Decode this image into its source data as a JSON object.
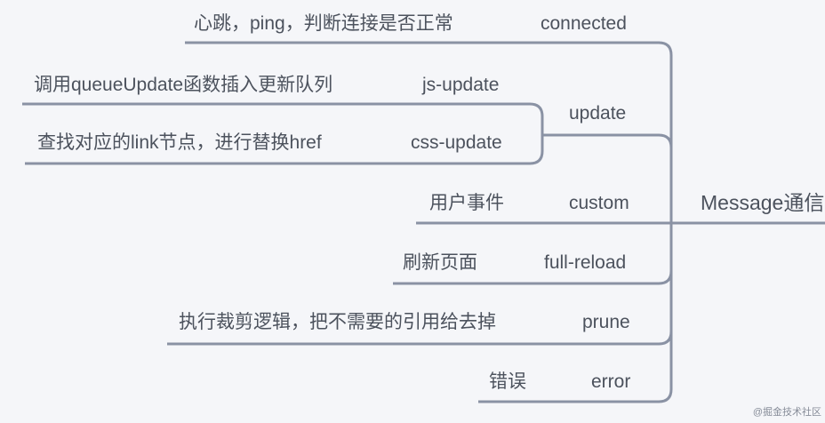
{
  "root": {
    "label": "Message通信"
  },
  "branches": [
    {
      "label": "connected",
      "description": "心跳，ping，判断连接是否正常"
    },
    {
      "label": "update",
      "children": [
        {
          "label": "js-update",
          "description": "调用queueUpdate函数插入更新队列"
        },
        {
          "label": "css-update",
          "description": "查找对应的link节点，进行替换href"
        }
      ]
    },
    {
      "label": "custom",
      "description": "用户事件"
    },
    {
      "label": "full-reload",
      "description": "刷新页面"
    },
    {
      "label": "prune",
      "description": "执行裁剪逻辑，把不需要的引用给去掉"
    },
    {
      "label": "error",
      "description": "错误"
    }
  ],
  "watermark": "@掘金技术社区",
  "colors": {
    "line": "#8a92a4",
    "text": "#4c525d",
    "background": "#f5f6f9",
    "watermark": "#6b7280"
  }
}
